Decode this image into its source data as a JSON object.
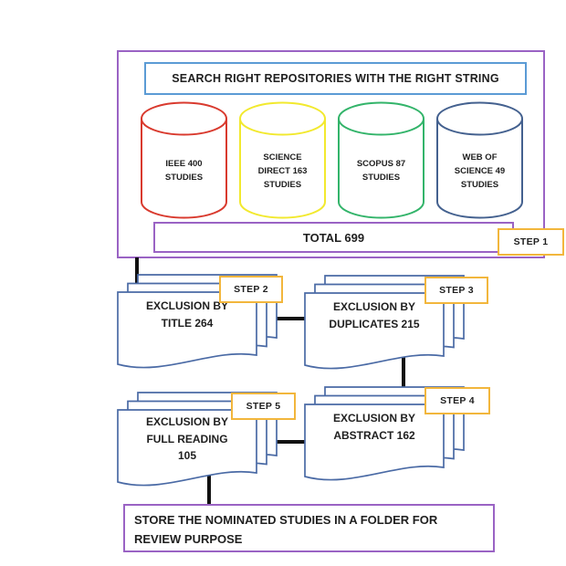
{
  "diagram": {
    "title": "SEARCH RIGHT REPOSITORIES WITH THE RIGHT STRING",
    "repositories": [
      {
        "label": "IEEE 400 STUDIES",
        "color": "#d93a2e"
      },
      {
        "label": "SCIENCE DIRECT 163 STUDIES",
        "color": "#f2e92e"
      },
      {
        "label": "SCOPUS 87 STUDIES",
        "color": "#33b46a"
      },
      {
        "label": "WEB OF SCIENCE 49 STUDIES",
        "color": "#44618f"
      }
    ],
    "total_label": "TOTAL 699",
    "step_labels": [
      "STEP 1",
      "STEP 2",
      "STEP 3",
      "STEP 4",
      "STEP 5"
    ],
    "stacks": [
      {
        "label": "EXCLUSION BY TITLE 264",
        "step": "STEP 2"
      },
      {
        "label": "EXCLUSION BY DUPLICATES 215",
        "step": "STEP 3"
      },
      {
        "label": "EXCLUSION BY ABSTRACT 162",
        "step": "STEP 4"
      },
      {
        "label": "EXCLUSION BY FULL READING 105",
        "step": "STEP 5"
      }
    ],
    "store_label": "STORE THE NOMINATED STUDIES IN A FOLDER FOR REVIEW PURPOSE",
    "colors": {
      "container_border": "#9a63c4",
      "title_border": "#5b9bd5",
      "step_border": "#f2b63c",
      "document_outline": "#4a6aa5",
      "connector": "#111111",
      "ieee_cylinder": "#d93a2e",
      "science_direct_cylinder": "#f2e92e",
      "scopus_cylinder": "#33b46a",
      "web_of_science_cylinder": "#44618f"
    }
  }
}
